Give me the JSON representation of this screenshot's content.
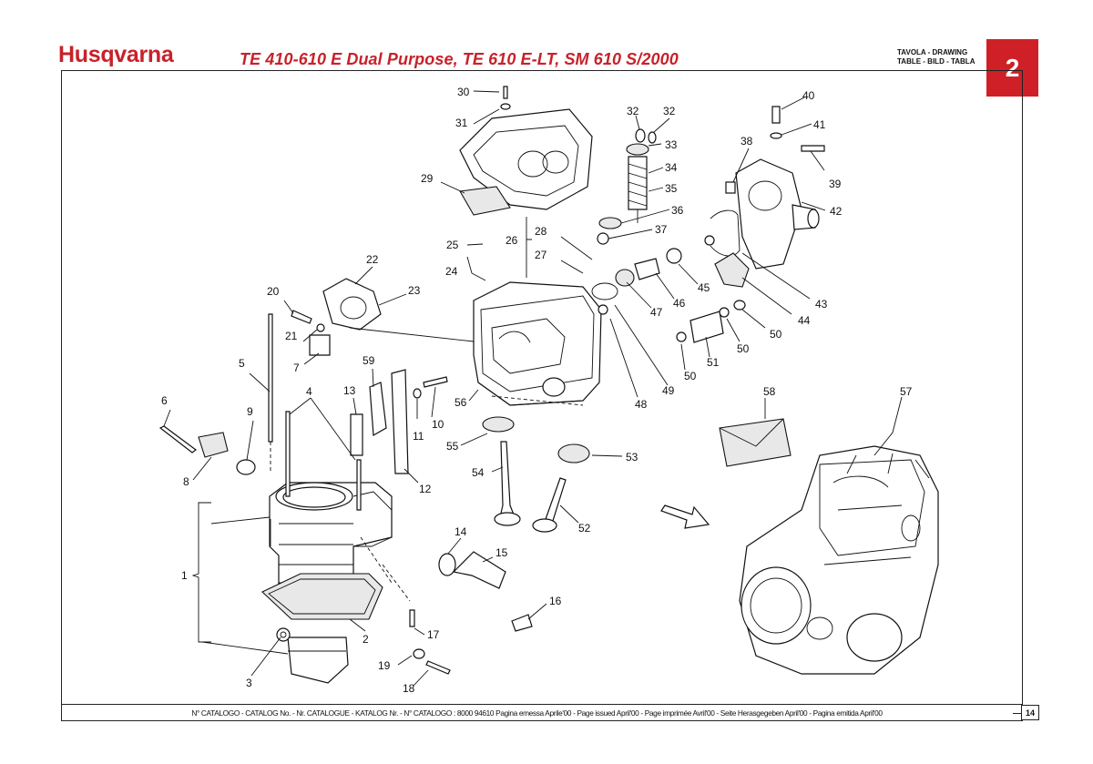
{
  "header": {
    "brand": "Husqvarna",
    "model_title": "TE 410-610 E Dual Purpose, TE 610 E-LT, SM 610 S/2000",
    "drawing_label_line1": "TAVOLA - DRAWING",
    "drawing_label_line2": "TABLE - BILD - TABLA",
    "table_number": "2"
  },
  "footer": {
    "catalogue_text": "N° CATALOGO - CATALOG No. - Nr. CATALOGUE - KATALOG Nr. - N° CATALOGO : 8000 94610 Pagina emessa Aprile'00 - Page issued April'00 - Page imprimée Avril'00 - Seite Herasgegeben April'00 - Pagina emitida April'00",
    "page_number": "14"
  },
  "colors": {
    "brand_red": "#c8212a",
    "badge_red": "#cf2027"
  },
  "part_labels": [
    "1",
    "2",
    "3",
    "4",
    "5",
    "6",
    "7",
    "8",
    "9",
    "10",
    "11",
    "12",
    "13",
    "14",
    "15",
    "16",
    "17",
    "18",
    "19",
    "20",
    "21",
    "22",
    "23",
    "24",
    "25",
    "26",
    "27",
    "28",
    "29",
    "30",
    "31",
    "32",
    "32",
    "33",
    "34",
    "35",
    "36",
    "37",
    "38",
    "39",
    "40",
    "41",
    "42",
    "43",
    "44",
    "45",
    "46",
    "47",
    "48",
    "49",
    "50",
    "50",
    "50",
    "51",
    "52",
    "53",
    "54",
    "55",
    "56",
    "57",
    "58",
    "59"
  ]
}
